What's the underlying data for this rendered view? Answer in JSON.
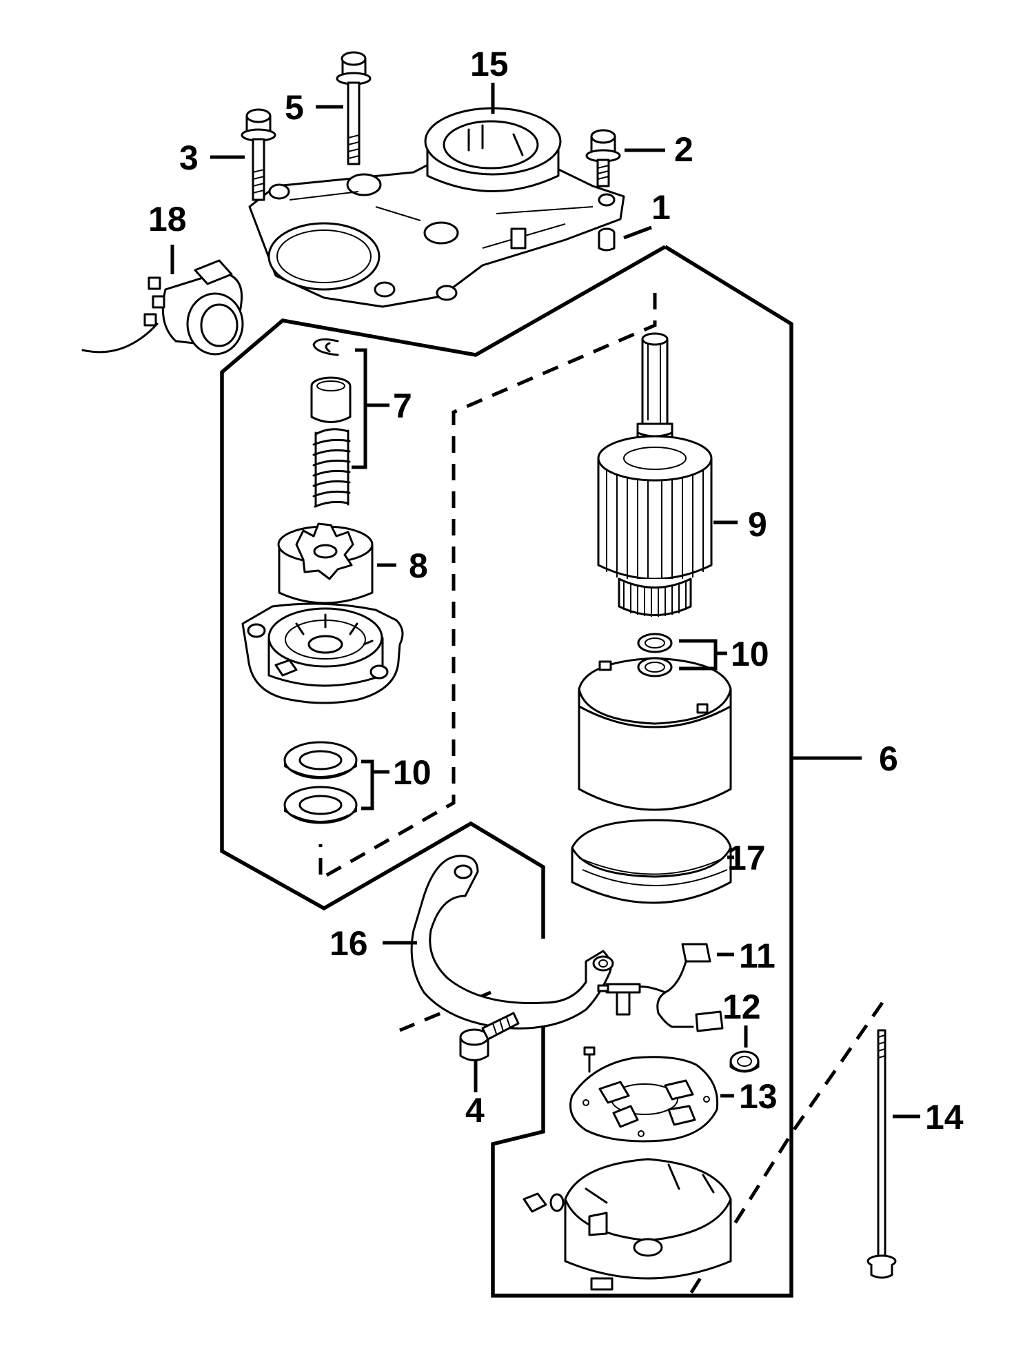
{
  "callouts": [
    {
      "id": "1",
      "label": "1"
    },
    {
      "id": "2",
      "label": "2"
    },
    {
      "id": "3",
      "label": "3"
    },
    {
      "id": "4",
      "label": "4"
    },
    {
      "id": "5",
      "label": "5"
    },
    {
      "id": "6",
      "label": "6"
    },
    {
      "id": "7",
      "label": "7"
    },
    {
      "id": "8",
      "label": "8"
    },
    {
      "id": "9",
      "label": "9"
    },
    {
      "id": "10a",
      "label": "10"
    },
    {
      "id": "10b",
      "label": "10"
    },
    {
      "id": "11",
      "label": "11"
    },
    {
      "id": "12",
      "label": "12"
    },
    {
      "id": "13",
      "label": "13"
    },
    {
      "id": "14",
      "label": "14"
    },
    {
      "id": "15",
      "label": "15"
    },
    {
      "id": "16",
      "label": "16"
    },
    {
      "id": "17",
      "label": "17"
    },
    {
      "id": "18",
      "label": "18"
    }
  ]
}
